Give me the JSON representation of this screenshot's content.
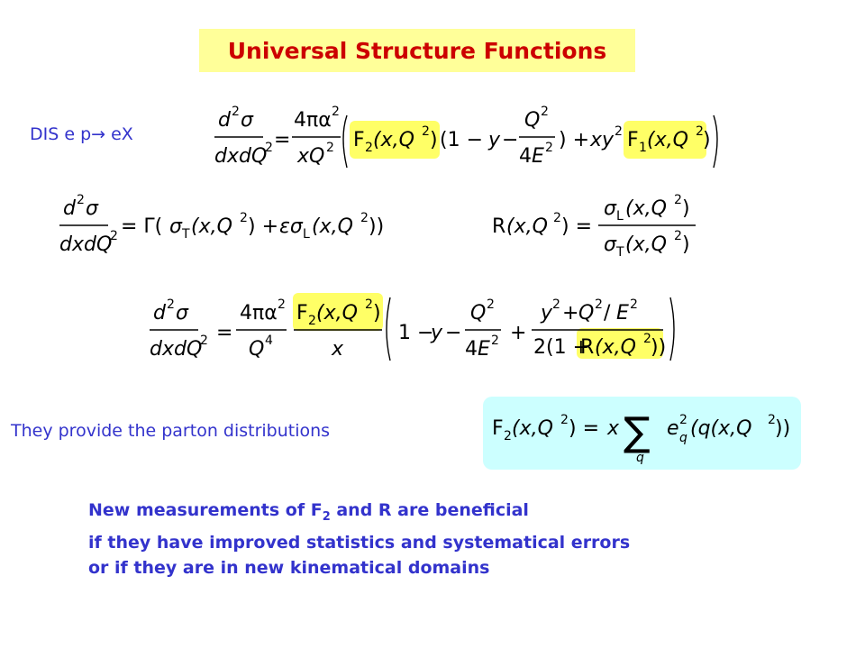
{
  "title": "Universal Structure Functions",
  "dis_label": "DIS e p→ eX",
  "parton_text": "They provide the parton distributions",
  "conclusion": {
    "line1_before": "New measurements of F",
    "line1_sub": "2",
    "line1_after": " and  R are beneficial",
    "line2": "if they have improved statistics and systematical errors",
    "line3": "or if they are in new kinematical domains"
  },
  "colors": {
    "title": "#cc0000",
    "title_bg": "#ffff99",
    "text": "#3333cc",
    "highlight": "#ffff66",
    "formula_box": "#ccffff"
  }
}
